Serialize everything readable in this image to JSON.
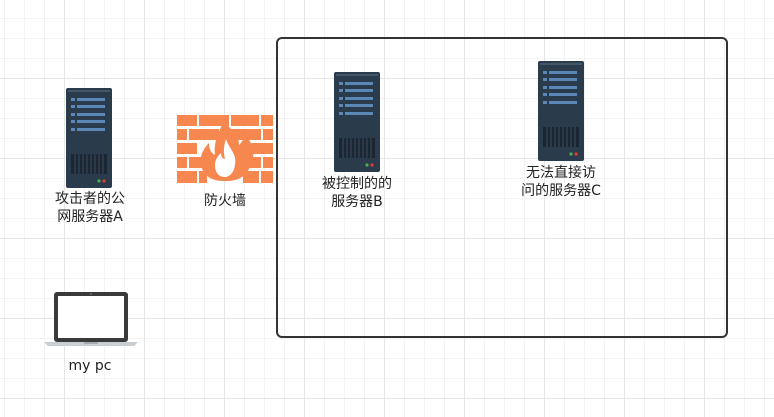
{
  "nodes": {
    "server_a": {
      "label_line1": "攻击者的公",
      "label_line2": "网服务器A"
    },
    "firewall": {
      "label": "防火墙"
    },
    "server_b": {
      "label_line1": "被控制的的",
      "label_line2": "服务器B"
    },
    "server_c": {
      "label_line1": "无法直接访",
      "label_line2": "问的服务器C"
    },
    "my_pc": {
      "label": "my pc"
    }
  },
  "colors": {
    "server_body": "#2a3b4c",
    "server_panel": "#5a87b5",
    "firewall_brick": "#f5874f",
    "box_border": "#333333"
  }
}
